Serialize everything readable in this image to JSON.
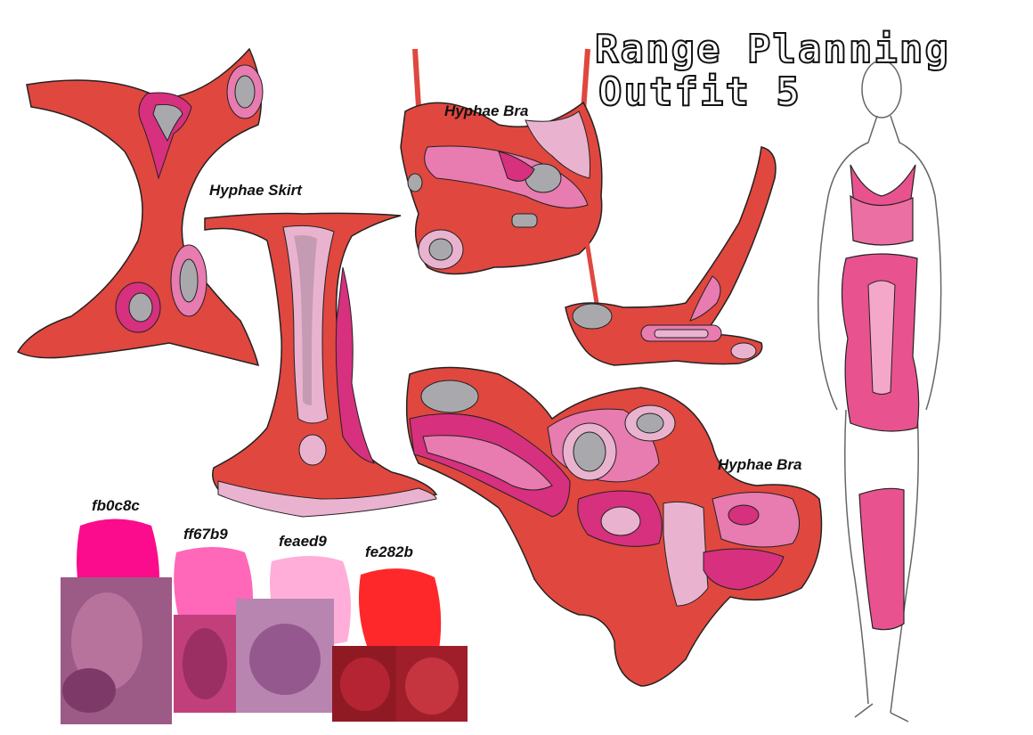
{
  "title": {
    "line1": "Range Planning",
    "line2": "Outfit 5"
  },
  "garments": [
    {
      "name": "Hyphae Skirt"
    },
    {
      "name": "Hyphae Bra"
    },
    {
      "name": "Hyphae Bra"
    }
  ],
  "palette": [
    {
      "code": "fb0c8c",
      "color": "#fb0c8c"
    },
    {
      "code": "ff67b9",
      "color": "#ff67b9"
    },
    {
      "code": "feaed9",
      "color": "#feaed9"
    },
    {
      "code": "fe282b",
      "color": "#fe282b"
    }
  ],
  "colors": {
    "base_red": "#e0473f",
    "dark_pink": "#d6307e",
    "mid_pink": "#e87bb0",
    "light_pink": "#e9b3cf",
    "grey": "#a9a9ad"
  }
}
